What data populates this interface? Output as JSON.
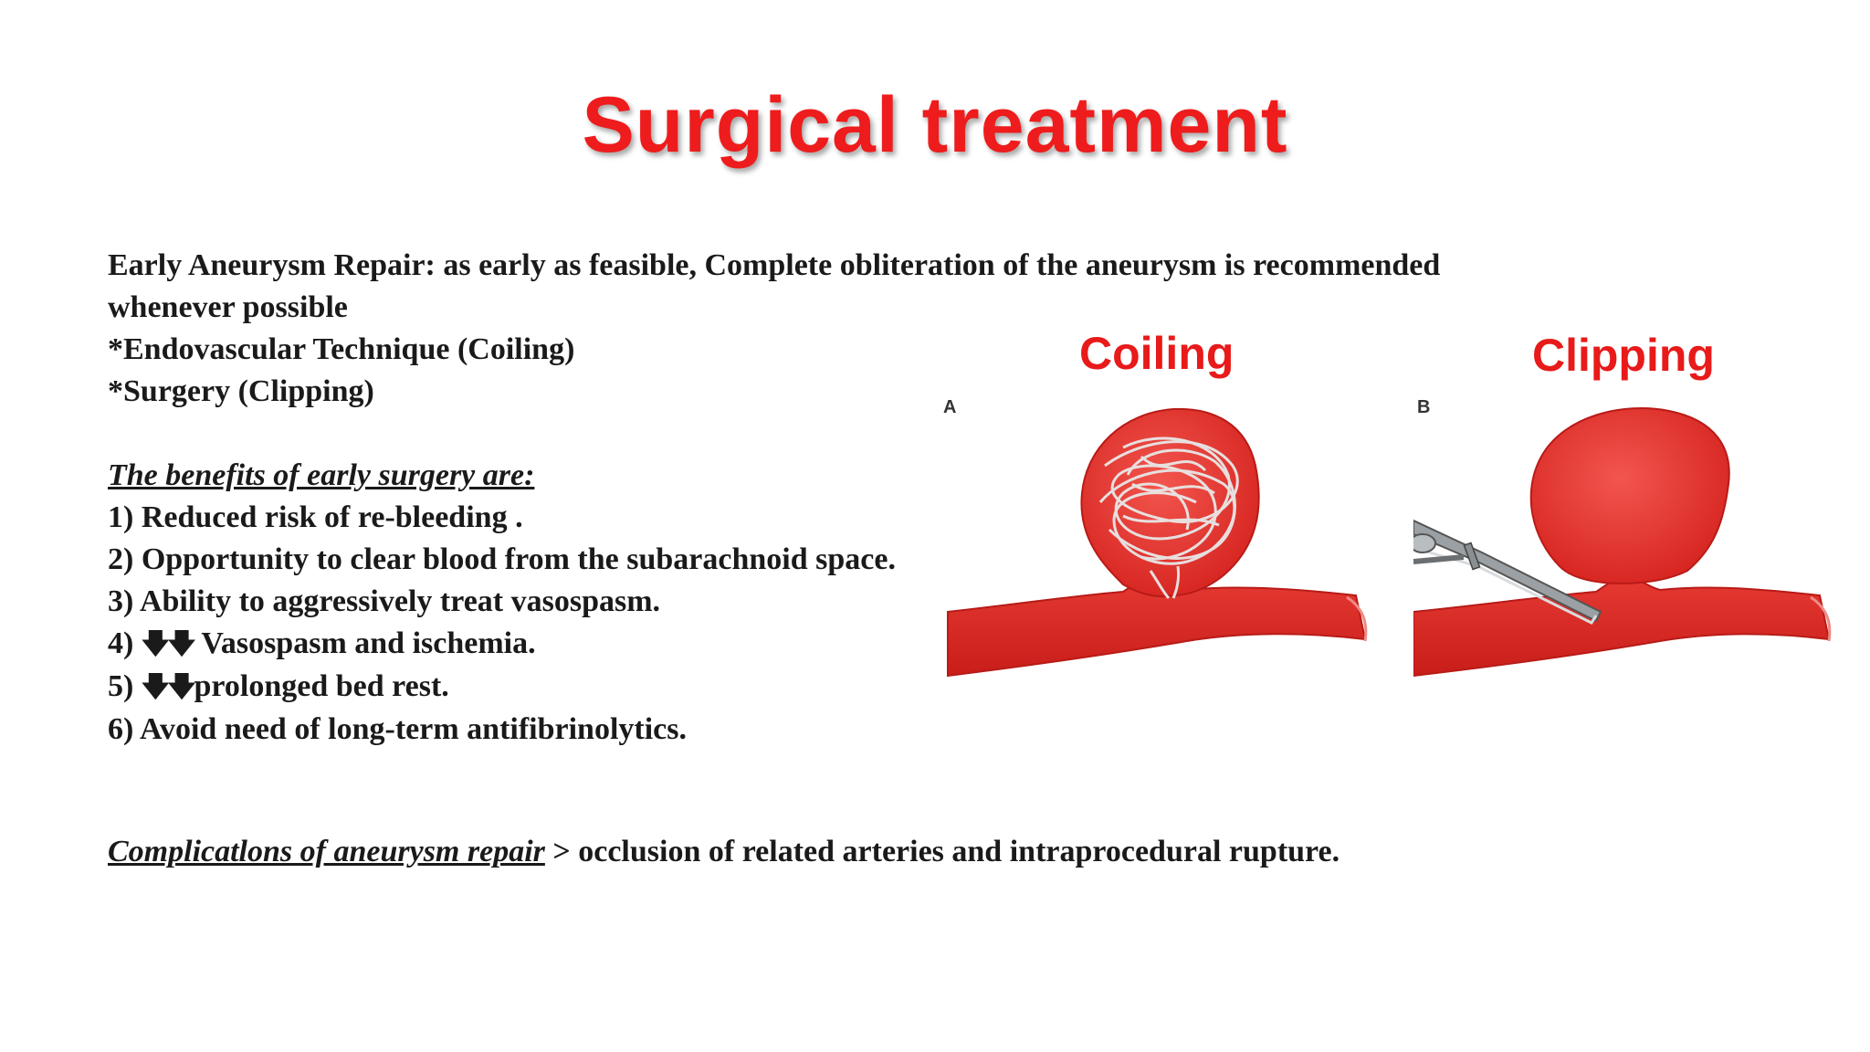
{
  "title": "Surgical treatment",
  "intro": {
    "line1": "Early Aneurysm Repair: as early as feasible, Complete obliteration of the aneurysm is recommended",
    "line2": "whenever possible",
    "line3": "*Endovascular Technique (Coiling)",
    "line4": "*Surgery (Clipping)"
  },
  "benefits": {
    "heading": "The benefits of early surgery are:",
    "items": [
      "1) Reduced risk of re-bleeding .",
      "2) Opportunity to clear blood from the subarachnoid space.",
      "3) Ability to aggressively treat vasospasm.",
      "4) ",
      "Vasospasm and ischemia.",
      "5) ",
      "prolonged bed rest.",
      "6) Avoid need of long-term antifibrinolytics."
    ],
    "arrow_symbol": "🡇🡇"
  },
  "complications": {
    "heading": "Complicatlons of aneurysm repair",
    "text": " > occlusion of related arteries and intraprocedural rupture."
  },
  "figure": {
    "coiling_label": "Coiling",
    "clipping_label": "Clipping",
    "panel_a": "A",
    "panel_b": "B"
  },
  "colors": {
    "accent": "#ee1c1c",
    "vessel": "#e3342f",
    "text": "#1a1a1a"
  }
}
